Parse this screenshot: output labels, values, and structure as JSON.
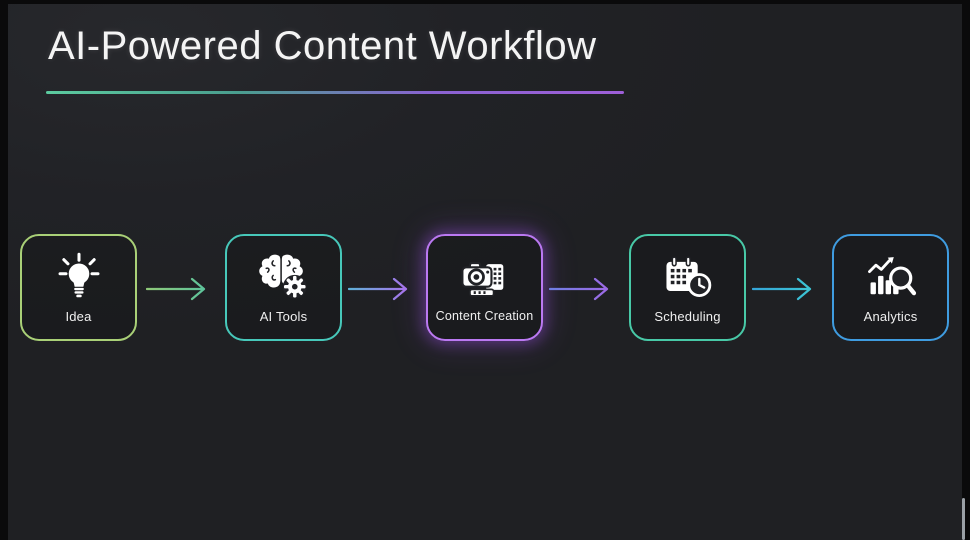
{
  "header": {
    "title": "AI-Powered Content Workflow",
    "underline_gradient": [
      "#5ccb9f",
      "#4a9e8f",
      "#8a63d2",
      "#9e5fd8"
    ]
  },
  "workflow": {
    "steps": [
      {
        "label": "Idea",
        "icon": "lightbulb-icon",
        "border_color": "#a9d077"
      },
      {
        "label": "AI Tools",
        "icon": "brain-gear-icon",
        "border_color": "#47c8ba"
      },
      {
        "label": "Content Creation",
        "icon": "camera-stack-icon",
        "border_color": "#bb79f2",
        "glow_color": "#a855f7"
      },
      {
        "label": "Scheduling",
        "icon": "calendar-clock-icon",
        "border_color": "#48c9a7"
      },
      {
        "label": "Analytics",
        "icon": "chart-magnifier-icon",
        "border_color": "#3f9ce0"
      }
    ],
    "arrows": [
      {
        "start_color": "#8fc979",
        "end_color": "#5ec49b"
      },
      {
        "start_color": "#5fb0d8",
        "end_color": "#a874ec"
      },
      {
        "start_color": "#6f7ee3",
        "end_color": "#9d6ae5"
      },
      {
        "start_color": "#35a6d8",
        "end_color": "#3cc4d4"
      }
    ]
  },
  "colors": {
    "stage_background": "#212226",
    "frame_background": "#0a0a0b",
    "icon_color": "#ffffff",
    "title_color": "#f4f4f4"
  }
}
